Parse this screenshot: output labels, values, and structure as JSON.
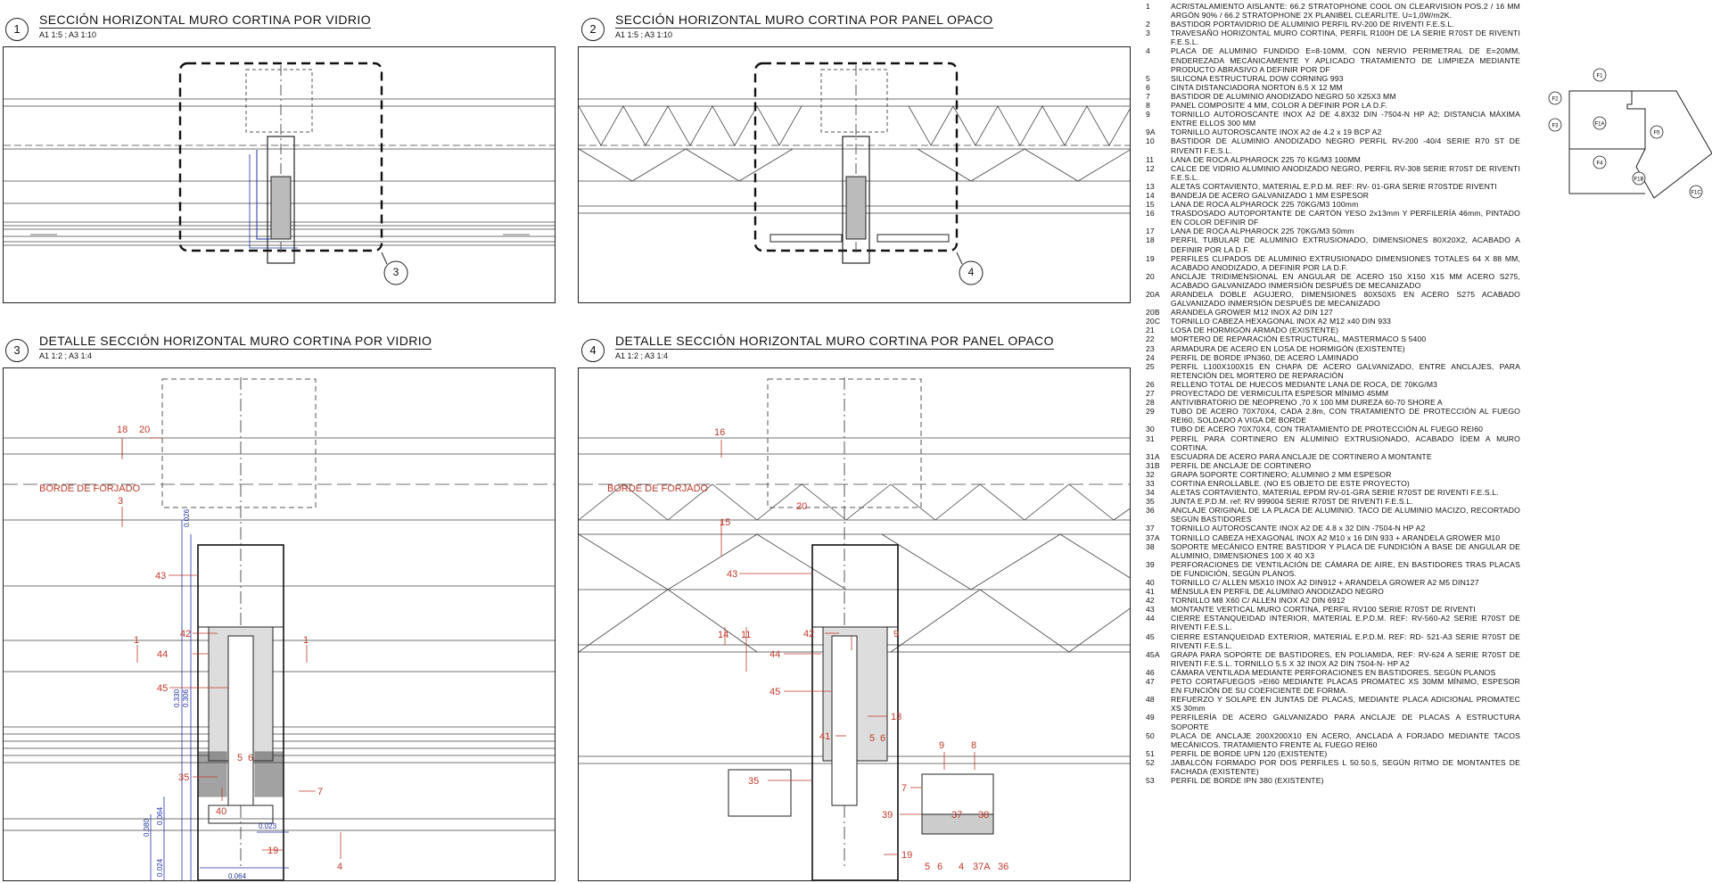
{
  "views": [
    {
      "num": "1",
      "title": "SECCIÓN HORIZONTAL MURO CORTINA POR VIDRIO",
      "scale": "A1 1:5 ; A3 1:10",
      "callout": "3"
    },
    {
      "num": "2",
      "title": "SECCIÓN HORIZONTAL MURO CORTINA POR PANEL OPACO",
      "scale": "A1 1:5 ; A3 1:10",
      "callout": "4"
    },
    {
      "num": "3",
      "title": "DETALLE SECCIÓN HORIZONTAL MURO CORTINA POR VIDRIO",
      "scale": "A1 1:2 ; A3 1:4"
    },
    {
      "num": "4",
      "title": "DETALLE SECCIÓN HORIZONTAL MURO CORTINA POR PANEL OPACO",
      "scale": "A1 1:2 ; A3 1:4"
    }
  ],
  "view3_labels": {
    "borde": "BORDE DE FORJADO",
    "n18": "18",
    "n20": "20",
    "n3": "3",
    "n43": "43",
    "n42": "42",
    "n44": "44",
    "n45": "45",
    "n1a": "1",
    "n1b": "1",
    "n35": "35",
    "n40": "40",
    "n5": "5",
    "n6": "6",
    "n7": "7",
    "n19": "19",
    "n4": "4",
    "d1": "0.026",
    "d2": "0.330",
    "d3": "0.306",
    "d4": "0.064",
    "d5": "0.080",
    "d6": "0.024",
    "d7": "0.023",
    "d8": "0.064"
  },
  "view4_labels": {
    "borde": "BORDE DE FORJADO",
    "n16": "16",
    "n20": "20",
    "n15": "15",
    "n43": "43",
    "n42": "42",
    "n9a": "9",
    "n14": "14",
    "n11": "11",
    "n44": "44",
    "n45": "45",
    "n13": "13",
    "n41": "41",
    "n5": "5",
    "n6": "6",
    "n9b": "9",
    "n8": "8",
    "n35": "35",
    "n7": "7",
    "n39": "39",
    "n37": "37",
    "n38": "38",
    "n19": "19",
    "n5b": "5",
    "n6b": "6",
    "n4": "4",
    "n37a": "37A",
    "n36": "36"
  },
  "key_plan": {
    "labels": [
      "F1",
      "F2",
      "F3",
      "F4",
      "F5",
      "F1A",
      "F1B",
      "F1C"
    ]
  },
  "legend": [
    {
      "n": "1",
      "t": "ACRISTALAMIENTO AISLANTE: 66.2 STRATOPHONE COOL ON CLEARVISION POS.2 / 16 MM ARGÓN 90% / 66.2 STRATOPHONE 2X PLANIBEL CLEARLITE. U=1,0W/m2K."
    },
    {
      "n": "2",
      "t": "BASTIDOR PORTAVIDRIO DE ALUMINIO PERFIL RV-200 DE RIVENTI F.E.S.L."
    },
    {
      "n": "3",
      "t": "TRAVESAÑO HORIZONTAL MURO CORTINA, PERFIL R100H DE LA SERIE R70ST DE RIVENTI F.E.S.L."
    },
    {
      "n": "4",
      "t": "PLACA DE ALUMINIO FUNDIDO E=8-10MM, CON NERVIO PERIMETRAL DE E=20MM, ENDEREZADA MECÁNICAMENTE Y APLICADO TRATAMIENTO DE LIMPIEZA MEDIANTE PRODUCTO ABRASIVO A DEFINIR POR DF"
    },
    {
      "n": "5",
      "t": "SILICONA ESTRUCTURAL DOW CORNING 993"
    },
    {
      "n": "6",
      "t": "CINTA DISTANCIADORA NORTON 6.5 X 12 MM"
    },
    {
      "n": "7",
      "t": "BASTIDOR DE ALUMINIO ANODIZADO NEGRO 50 X25X3 MM"
    },
    {
      "n": "8",
      "t": "PANEL COMPOSITE 4 MM, COLOR A DEFINIR POR LA D.F."
    },
    {
      "n": "9",
      "t": "TORNILLO AUTOROSCANTE INOX A2 DE 4.8X32 DIN -7504-N HP A2; DISTANCIA MÁXIMA ENTRE ELLOS 300 MM"
    },
    {
      "n": "9A",
      "t": "TORNILLO AUTOROSCANTE INOX A2 de 4.2 x 19 BCP A2"
    },
    {
      "n": "10",
      "t": "BASTIDOR DE ALUMINIO ANODIZADO NEGRO PERFIL RV-200 -40/4 SERIE R70 ST DE RIVENTI F.E.S.L."
    },
    {
      "n": "11",
      "t": "LANA DE ROCA ALPHAROCK 225 70 KG/M3 100MM"
    },
    {
      "n": "12",
      "t": "CALCE DE VIDRIO ALUMINIO ANODIZADO NEGRO, PERFIL RV-308 SERIE R70ST DE RIVENTI F.E.S.L."
    },
    {
      "n": "13",
      "t": "ALETAS CORTAVIENTO, MATERIAL E.P.D.M. REF: RV- 01-GRA SERIE R70STDE RIVENTI"
    },
    {
      "n": "14",
      "t": "BANDEJA DE ACERO GALVANIZADO 1 MM ESPESOR"
    },
    {
      "n": "15",
      "t": "LANA DE ROCA ALPHAROCK 225 70KG/M3 100mm"
    },
    {
      "n": "16",
      "t": "TRASDOSADO AUTOPORTANTE DE CARTÓN YESO 2x13mm Y PERFILERÍA 46mm, PINTADO EN COLOR DEFINIR DF"
    },
    {
      "n": "17",
      "t": "LANA DE ROCA ALPHAROCK 225 70KG/M3 50mm"
    },
    {
      "n": "18",
      "t": "PERFIL TUBULAR DE ALUMINIO EXTRUSIONADO, DIMENSIONES 80X20X2, ACABADO A DEFINIR POR LA D.F."
    },
    {
      "n": "19",
      "t": "PERFILES CLIPADOS DE ALUMINIO EXTRUSIONADO DIMENSIONES TOTALES 64 X 88 MM, ACABADO ANODIZADO, A DEFINIR POR LA D.F."
    },
    {
      "n": "20",
      "t": "ANCLAJE TRIDIMENSIONAL EN ANGULAR DE ACERO 150 X150 X15 MM ACERO S275, ACABADO GALVANIZADO INMERSIÓN DESPUÉS DE MECANIZADO"
    },
    {
      "n": "20A",
      "t": "ARANDELA DOBLE AGUJERO, DIMENSIONES 80X50X5 EN ACERO S275 ACABADO GALVANIZADO INMERSIÓN DESPUÉS DE MECANIZADO"
    },
    {
      "n": "20B",
      "t": "ARANDELA GROWER M12 INOX A2 DIN 127"
    },
    {
      "n": "20C",
      "t": "TORNILLO CABEZA HEXAGONAL INOX A2 M12 x40 DIN 933"
    },
    {
      "n": "21",
      "t": "LOSA DE HORMIGÓN ARMADO (EXISTENTE)"
    },
    {
      "n": "22",
      "t": "MORTERO DE REPARACIÓN ESTRUCTURAL, MASTERMACO S 5400"
    },
    {
      "n": "23",
      "t": "ARMADURA DE ACERO EN LOSA DE HORMIGÓN (EXISTENTE)"
    },
    {
      "n": "24",
      "t": "PERFIL DE BORDE IPN360, DE ACERO LAMINADO"
    },
    {
      "n": "25",
      "t": "PERFIL L100X100X15 EN CHAPA DE ACERO GALVANIZADO, ENTRE ANCLAJES, PARA RETENCIÓN DEL MORTERO DE REPARACIÓN"
    },
    {
      "n": "26",
      "t": "RELLENO TOTAL DE HUECOS MEDIANTE LANA DE ROCA, DE 70KG/M3"
    },
    {
      "n": "27",
      "t": "PROYECTADO DE VERMICULITA ESPESOR MÍNIMO 45MM"
    },
    {
      "n": "28",
      "t": "ANTIVIBRATORIO DE NEOPRENO ,70 X 100 MM DUREZA 60-70 SHORE A"
    },
    {
      "n": "29",
      "t": "TUBO DE ACERO 70X70X4, CADA 2.8m, CON TRATAMIENTO DE PROTECCIÓN AL FUEGO REI60, SOLDADO A VIGA DE BORDE"
    },
    {
      "n": "30",
      "t": "TUBO DE ACERO 70X70X4, CON TRATAMIENTO DE PROTECCIÓN AL FUEGO REI60"
    },
    {
      "n": "31",
      "t": "PERFIL PARA CORTINERO EN ALUMINIO EXTRUSIONADO, ACABADO ÍDEM A MURO CORTINA."
    },
    {
      "n": "31A",
      "t": "ESCUADRA DE ACERO PARA ANCLAJE DE CORTINERO A MONTANTE"
    },
    {
      "n": "31B",
      "t": "PERFIL DE ANCLAJE DE CORTINERO"
    },
    {
      "n": "32",
      "t": "GRAPA SOPORTE CORTINERO; ALUMINIO 2 MM ESPESOR"
    },
    {
      "n": "33",
      "t": "CORTINA ENROLLABLE. (NO ES OBJETO DE ESTE PROYECTO)"
    },
    {
      "n": "34",
      "t": "ALETAS CORTAVIENTO, MATERIAL EPDM RV-01-GRA SERIE R70ST DE RIVENTI F.E.S.L."
    },
    {
      "n": "35",
      "t": "JUNTA E.P.D.M. ref: RV 999004 SERIE R70ST DE RIVENTI F.E.S.L."
    },
    {
      "n": "36",
      "t": "ANCLAJE ORIGINAL DE LA PLACA DE ALUMINIO. TACO DE ALUMINIO MACIZO, RECORTADO SEGÚN BASTIDORES"
    },
    {
      "n": "37",
      "t": "TORNILLO AUTOROSCANTE INOX A2 DE 4.8 x 32 DIN -7504-N HP A2"
    },
    {
      "n": "37A",
      "t": "TORNILLO CABEZA HEXAGONAL INOX A2 M10 x 16 DIN 933 + ARANDELA GROWER M10"
    },
    {
      "n": "38",
      "t": "SOPORTE MECÁNICO ENTRE BASTIDOR Y PLACA DE FUNDICIÓN A BASE DE ANGULAR DE ALUMINIO, DIMENSIONES 100 X 40 X3"
    },
    {
      "n": "39",
      "t": "PERFORACIONES DE VENTILACIÓN DE CÁMARA DE AIRE, EN BASTIDORES TRAS PLACAS DE FUNDICIÓN, SEGÚN PLANOS."
    },
    {
      "n": "40",
      "t": "TORNILLO C/ ALLEN M5X10 INOX A2 DIN912 + ARANDELA GROWER A2 M5 DIN127"
    },
    {
      "n": "41",
      "t": "MÉNSULA EN PERFIL DE ALUMINIO ANODIZADO NEGRO"
    },
    {
      "n": "42",
      "t": "TORNILLO M8 X60 C/ ALLEN INOX A2 DIN 6912"
    },
    {
      "n": "43",
      "t": "MONTANTE VERTICAL MURO CORTINA, PERFIL RV100 SERIE R70ST DE RIVENTI"
    },
    {
      "n": "44",
      "t": "CIERRE ESTANQUEIDAD INTERIOR, MATERIAL E.P.D.M. REF: RV-560-A2 SERIE R70ST DE RIVENTI F.E.S.L."
    },
    {
      "n": "45",
      "t": "CIERRE ESTANQUEIDAD EXTERIOR, MATERIAL E.P.D.M. REF: RD- 521-A3 SERIE R70ST DE RIVENTI F.E.S.L."
    },
    {
      "n": "45A",
      "t": "GRAPA PARA SOPORTE DE BASTIDORES, EN POLIAMIDA, REF: RV-624 A SERIE R70ST DE RIVENTI F.E.S.L. TORNILLO 5.5 X 32 INOX A2 DIN 7504-N- HP A2"
    },
    {
      "n": "46",
      "t": "CÁMARA VENTILADA MEDIANTE PERFORACIONES EN BASTIDORES, SEGÚN PLANOS"
    },
    {
      "n": "47",
      "t": "PETO CORTAFUEGOS >EI60 MEDIANTE PLACAS PROMATEC XS 30MM MÍNIMO, ESPESOR EN FUNCIÓN DE SU COEFICIENTE DE FORMA."
    },
    {
      "n": "48",
      "t": "REFUERZO Y SOLAPE EN JUNTAS DE PLACAS, MEDIANTE PLACA ADICIONAL PROMATEC XS 30mm"
    },
    {
      "n": "49",
      "t": "PERFILERÍA DE ACERO GALVANIZADO PARA ANCLAJE DE PLACAS A ESTRUCTURA SOPORTE"
    },
    {
      "n": "50",
      "t": "PLACA DE ANCLAJE 200X200X10 EN ACERO, ANCLADA A FORJADO MEDIANTE TACOS MECÁNICOS. TRATAMIENTO FRENTE AL FUEGO REI60"
    },
    {
      "n": "51",
      "t": "PERFIL DE BORDE UPN 120 (EXISTENTE)"
    },
    {
      "n": "52",
      "t": "JABALCÓN FORMADO POR DOS PERFILES L 50.50.5, SEGÚN RITMO DE MONTANTES DE FACHADA (EXISTENTE)"
    },
    {
      "n": "53",
      "t": "PERFIL DE BORDE IPN 380 (EXISTENTE)"
    }
  ]
}
